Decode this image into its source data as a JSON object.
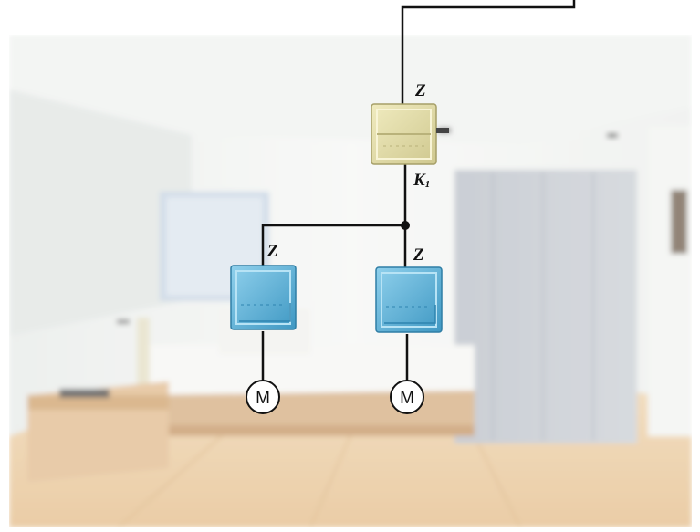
{
  "diagram": {
    "labels": {
      "master_switch": "Z",
      "coupler_main": "K",
      "coupler_sub": "1",
      "switch_left": "Z",
      "switch_right": "Z"
    },
    "motors": {
      "left": "M",
      "right": "M"
    },
    "colors": {
      "master_switch": "#ddd7a3",
      "slave_switch": "#5fb1d6",
      "wire": "#111111"
    }
  }
}
